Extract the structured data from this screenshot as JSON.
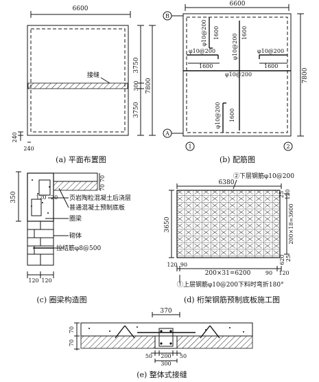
{
  "panel_a": {
    "width_dim": "6600",
    "dim_3750_top": "3750",
    "dim_300": "300",
    "dim_7800": "7800",
    "dim_3750_bottom": "3750",
    "joint_label": "接缝",
    "dim_240_v": "240",
    "dim_240_h": "240",
    "caption": "(a) 平面布置图"
  },
  "panel_b": {
    "width_dim": "6600",
    "grid_b": "B",
    "grid_a": "A",
    "grid_1": "1",
    "grid_2": "2",
    "rebar_top_v": "φ10@200",
    "len_top_v": "1600",
    "rebar_center_v": "φ10@200",
    "len_center_v": "1600",
    "rebar_left_h": "φ10@200",
    "len_left_h": "1600",
    "rebar_right_h": "φ10@200",
    "len_right_h": "1600",
    "rebar_mid_h": "φ10@200",
    "rebar_bottom_v": "φ10@200",
    "len_bottom_v": "1600",
    "dim_7800": "7800",
    "caption": "(b) 配筋图"
  },
  "panel_c": {
    "dim_350": "350",
    "dim_120_top": "120",
    "dim_20": "20",
    "dim_70_a": "70",
    "dim_70_b": "70",
    "label_cast_layer": "页岩陶粒混凝土后浇层",
    "label_precast_slab": "普通混凝土预制底板",
    "label_ring_beam": "圈梁",
    "label_masonry": "砌体",
    "label_tie_bar": "拉结筋φ8@500",
    "dim_120_left": "120",
    "dim_120_right": "120",
    "caption": "(c) 圈梁构造图"
  },
  "panel_d": {
    "label_bottom_bar": "②下层钢筋φ10@200",
    "dim_6380": "6380",
    "dim_25_top": "25",
    "dim_120_top": "120",
    "dim_3650": "3650",
    "dim_spacing_v": "200×18=3600",
    "dim_620": "620",
    "dim_25_bottom": "25",
    "dim_120_bl": "120",
    "dim_90_l": "90",
    "dim_spacing_h": "200×31=6200",
    "dim_90_r": "90",
    "dim_120_br": "120",
    "label_top_bar": "①上层钢筋φ10@200下料时弯折180°",
    "caption": "(d) 桁架钢筋预制底板施工图"
  },
  "panel_e": {
    "dim_370": "370",
    "dim_70_top": "70",
    "dim_70_bottom": "70",
    "dim_50_l": "50",
    "dim_200": "200",
    "dim_50_r": "50",
    "dim_300": "300",
    "caption": "(e) 整体式接缝"
  }
}
